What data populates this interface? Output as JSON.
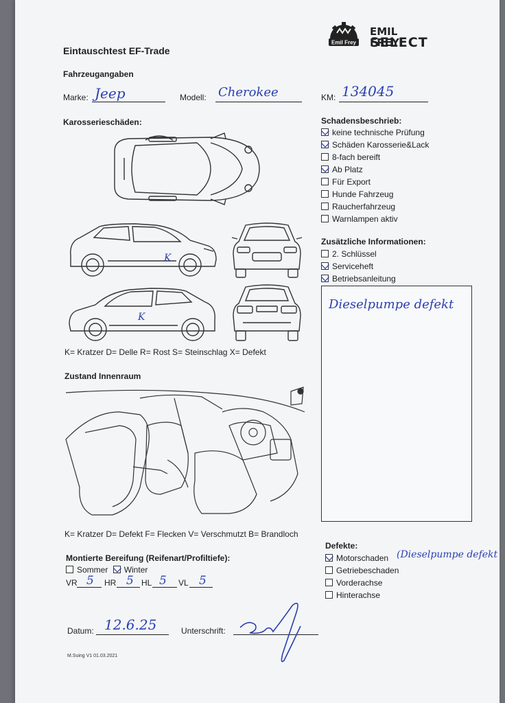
{
  "header": {
    "title": "Eintauschtest EF-Trade",
    "logo_line1": "EMIL FREY",
    "logo_line2": "SELECT",
    "logo_badge": "Emil Frey"
  },
  "vehicle": {
    "section": "Fahrzeugangaben",
    "brand_label": "Marke:",
    "brand_value": "Jeep",
    "model_label": "Modell:",
    "model_value": "Cherokee",
    "km_label": "KM:",
    "km_value": "134045"
  },
  "body_damage": {
    "section": "Karosserieschäden:",
    "marks": [
      "K",
      "K"
    ],
    "legend": "K= Kratzer D= Delle R= Rost S= Steinschlag X= Defekt"
  },
  "damage_description": {
    "section": "Schadensbeschrieb:",
    "items": [
      {
        "label": "keine technische Prüfung",
        "checked": true
      },
      {
        "label": "Schäden Karosserie&Lack",
        "checked": true
      },
      {
        "label": "8-fach bereift",
        "checked": false
      },
      {
        "label": "Ab Platz",
        "checked": true
      },
      {
        "label": "Für Export",
        "checked": false
      },
      {
        "label": "Hunde Fahrzeug",
        "checked": false
      },
      {
        "label": "Raucherfahrzeug",
        "checked": false
      },
      {
        "label": "Warnlampen aktiv",
        "checked": false
      }
    ]
  },
  "additional_info": {
    "section": "Zusätzliche Informationen:",
    "items": [
      {
        "label": "2. Schlüssel",
        "checked": false
      },
      {
        "label": "Serviceheft",
        "checked": true
      },
      {
        "label": "Betriebsanleitung",
        "checked": true
      }
    ],
    "note": "Dieselpumpe defekt"
  },
  "interior": {
    "section": "Zustand Innenraum",
    "legend": "K= Kratzer D= Defekt F= Flecken V= Verschmutzt B= Brandloch"
  },
  "tires": {
    "section": "Montierte Bereifung (Reifenart/Profiltiefe):",
    "summer_label": "Sommer",
    "summer_checked": false,
    "winter_label": "Winter",
    "winter_checked": true,
    "vr_label": "VR",
    "vr_value": "5",
    "hr_label": "HR",
    "hr_value": "5",
    "hl_label": "HL",
    "hl_value": "5",
    "vl_label": "VL",
    "vl_value": "5"
  },
  "defects": {
    "section": "Defekte:",
    "items": [
      {
        "label": "Motorschaden",
        "checked": true
      },
      {
        "label": "Getriebeschaden",
        "checked": false
      },
      {
        "label": "Vorderachse",
        "checked": false
      },
      {
        "label": "Hinterachse",
        "checked": false
      }
    ],
    "motor_note": "(Dieselpumpe defekt"
  },
  "footer": {
    "date_label": "Datum:",
    "date_value": "12.6.25",
    "signature_label": "Unterschrift:",
    "version": "M.Suing V1 01.03.2021"
  },
  "colors": {
    "ink": "#2a3fb0",
    "paper": "#f4f5f7",
    "text": "#222222"
  }
}
